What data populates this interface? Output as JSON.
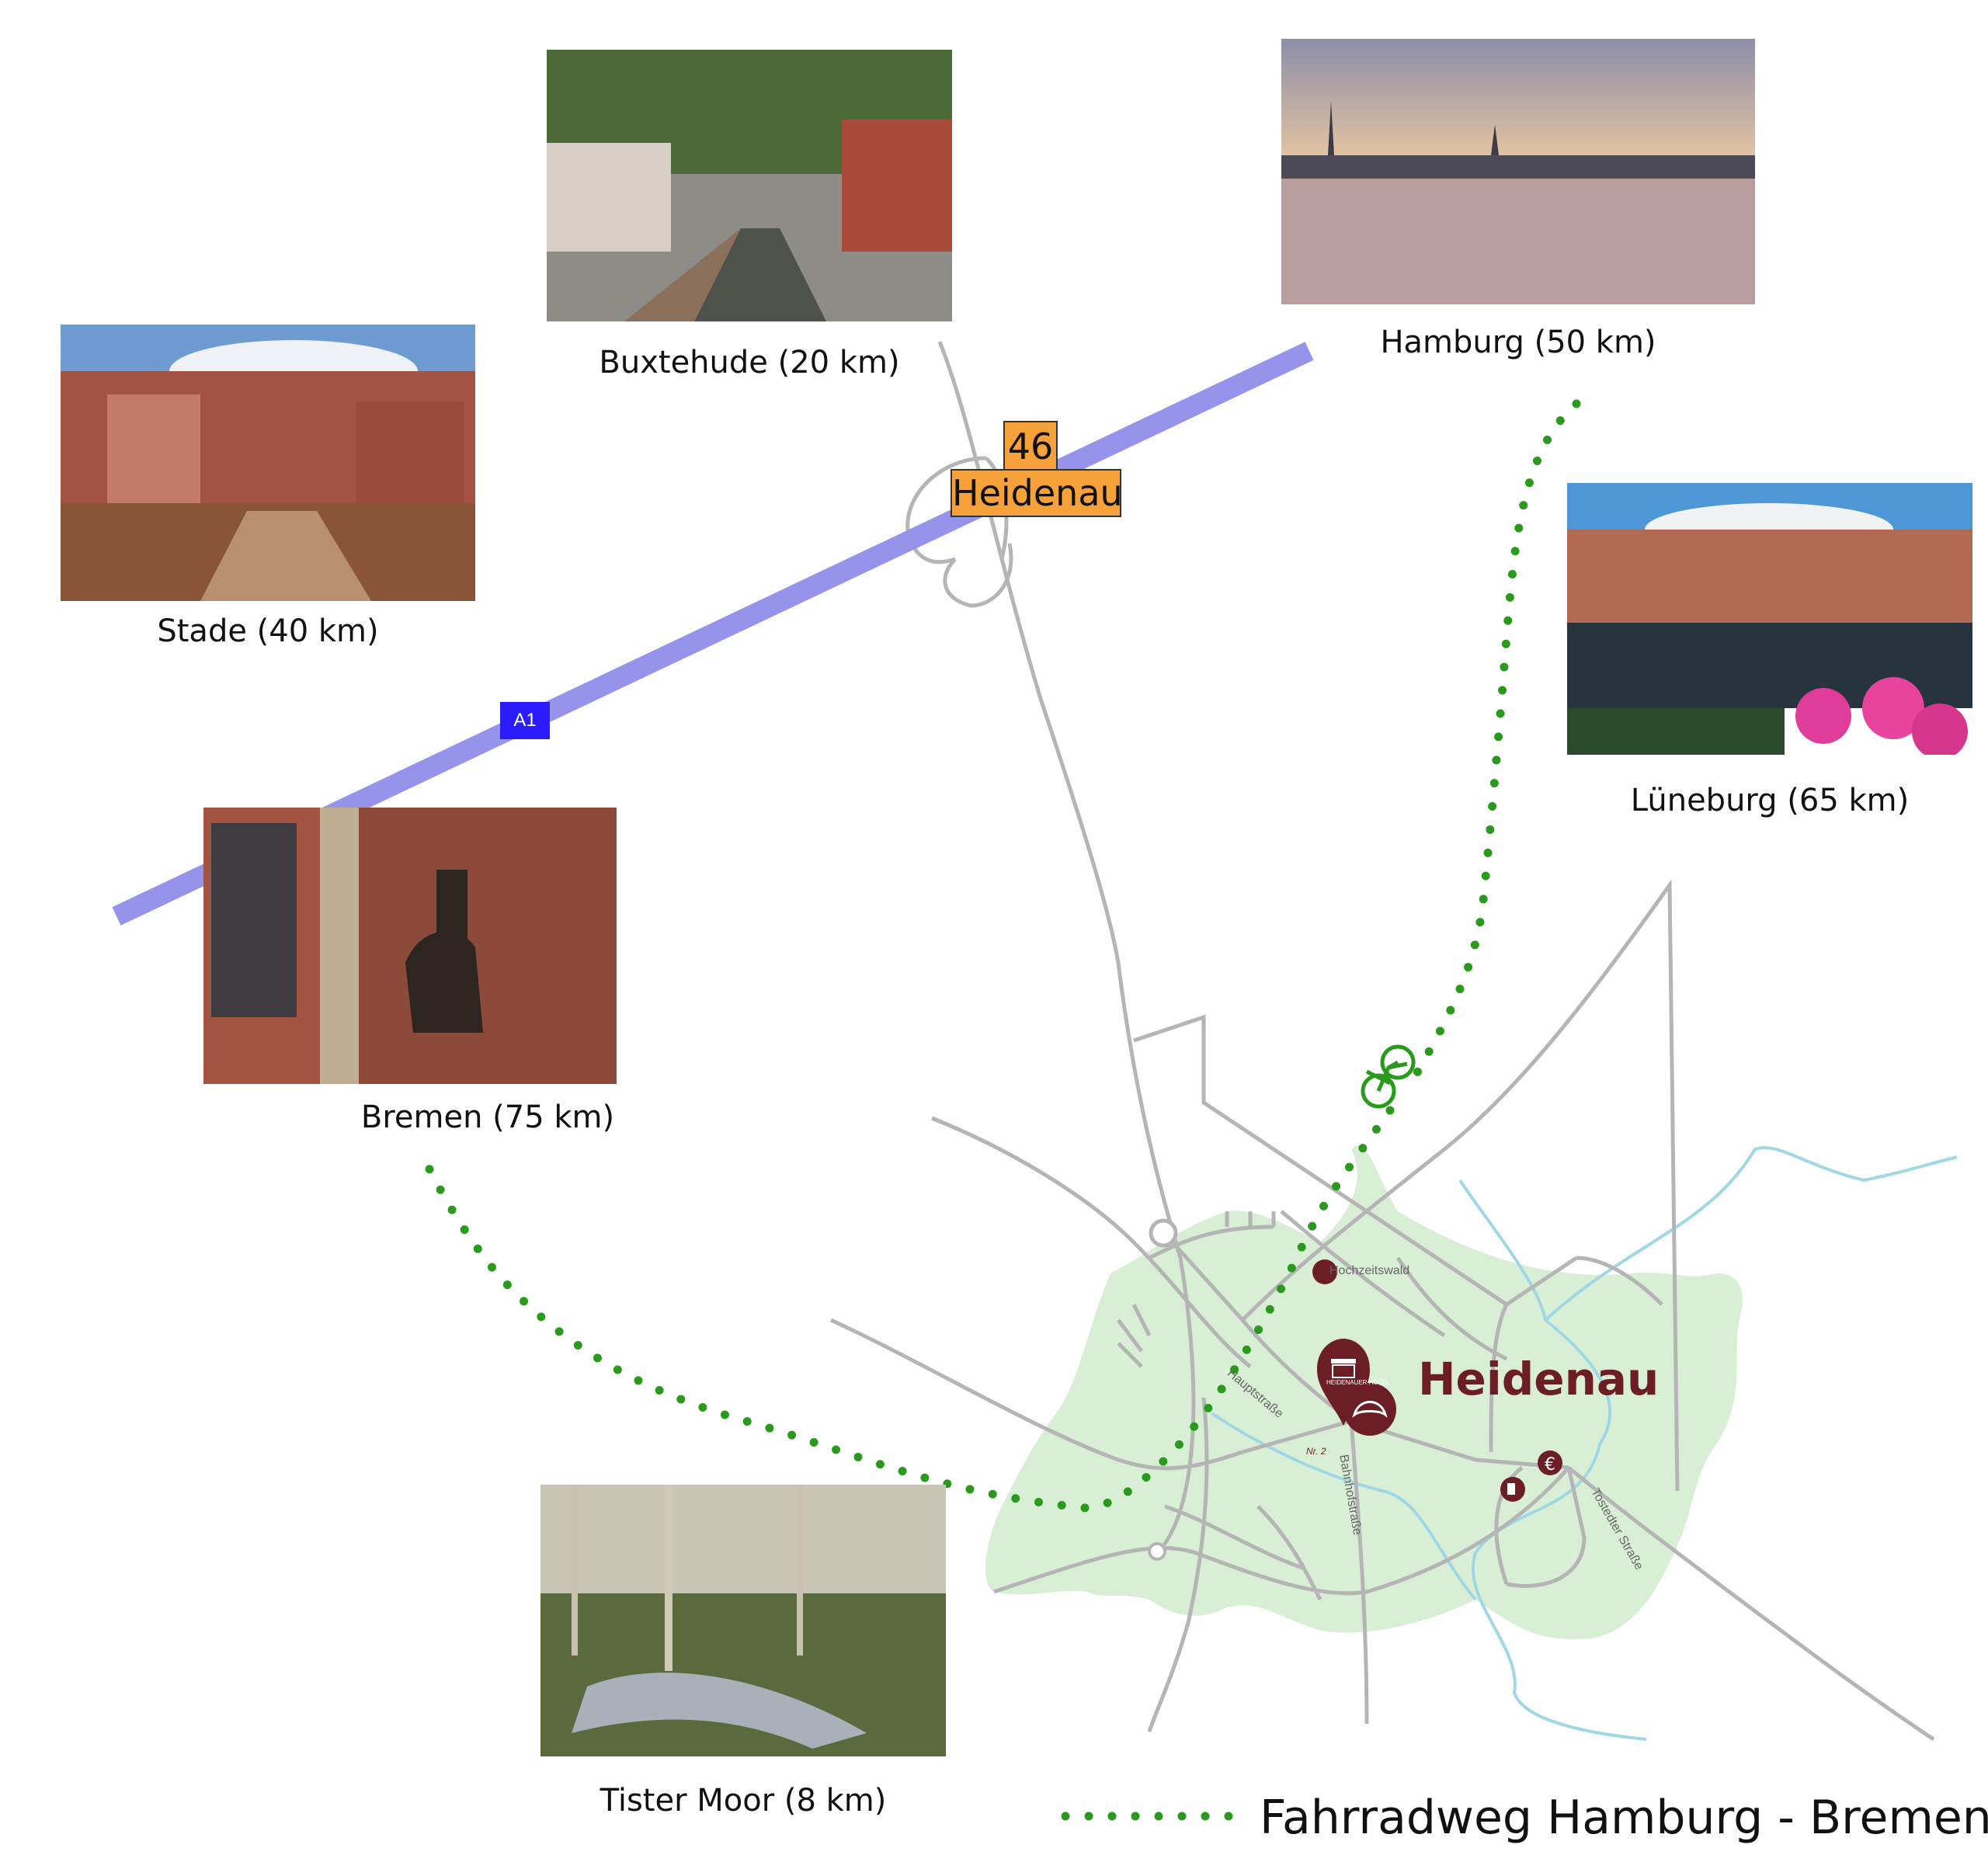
{
  "photos": [
    {
      "id": "stade",
      "caption": "Stade (40 km)"
    },
    {
      "id": "buxtehude",
      "caption": "Buxtehude (20 km)"
    },
    {
      "id": "hamburg",
      "caption": "Hamburg (50 km)"
    },
    {
      "id": "lueneburg",
      "caption": "Lüneburg (65 km)"
    },
    {
      "id": "bremen",
      "caption": "Bremen (75 km)"
    },
    {
      "id": "tister",
      "caption": "Tister Moor (8 km)"
    }
  ],
  "motorway": {
    "name": "A1",
    "exit_number": "46",
    "exit_name": "Heidenau",
    "color": "#9593ea"
  },
  "town": {
    "name": "Heidenau",
    "color": "#6b1e26"
  },
  "streets": [
    "Hauptstraße",
    "Bahnhofstraße",
    "Tostedter Straße"
  ],
  "pois": {
    "hochzeitswald": "Hochzeitswald",
    "hotel_name": "HEIDENAUER HOTEL",
    "hotel_number": "Nr. 2",
    "icons": [
      "hotel-pin-icon",
      "bakery-croissant-icon",
      "fuel-station-icon",
      "atm-euro-icon"
    ]
  },
  "legend": {
    "label": "Fahrradweg Hamburg - Bremen",
    "color": "#2a9a1c"
  }
}
